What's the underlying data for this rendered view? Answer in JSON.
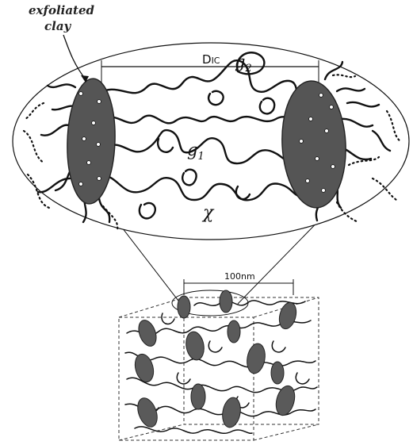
{
  "labels": {
    "exfoliated_clay_line1": "exfoliated",
    "exfoliated_clay_line2": "clay",
    "dic_main": "D",
    "dic_sub": "IC",
    "g2_main": "g",
    "g2_sub": "2",
    "g1_main": "g",
    "g1_sub": "1",
    "chi": "χ",
    "scale_100nm": "100nm"
  },
  "colors": {
    "platelet_fill": "#555555",
    "line": "#111111",
    "background": "#ffffff"
  }
}
